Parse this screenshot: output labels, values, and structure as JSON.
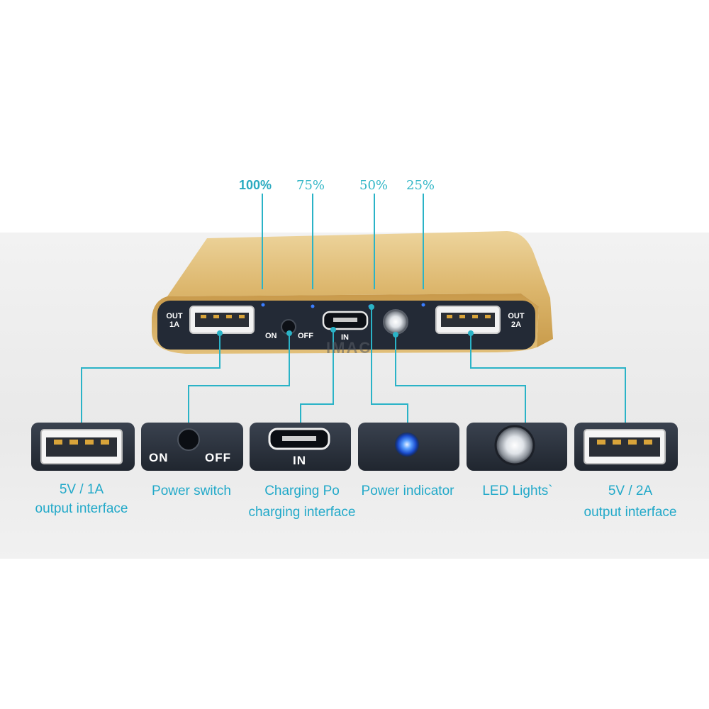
{
  "indicators": {
    "p100": "100%",
    "p75": "75%",
    "p50": "50%",
    "p25": "25%"
  },
  "device": {
    "out_left_line1": "OUT",
    "out_left_line2": "1A",
    "out_right_line1": "OUT",
    "out_right_line2": "2A",
    "switch_on": "ON",
    "switch_off": "OFF",
    "input_label": "IN",
    "watermark": "IMAC"
  },
  "detail_boxes": {
    "switch_on": "ON",
    "switch_off": "OFF",
    "input_label": "IN"
  },
  "captions": {
    "usb1_line1": "5V / 1A",
    "usb1_line2": "output interface",
    "power_switch": "Power switch",
    "charging_line1": "Charging Po",
    "charging_line2": "charging interface",
    "power_indicator": "Power indicator",
    "led_lights": "LED Lights`",
    "usb2_line1": "5V / 2A",
    "usb2_line2": "output interface"
  },
  "colors": {
    "accent": "#2ab3c7",
    "gold": "#d9b46a",
    "panel": "#252c38",
    "box": "#2c3340",
    "led_blue": "#2e74ff"
  }
}
